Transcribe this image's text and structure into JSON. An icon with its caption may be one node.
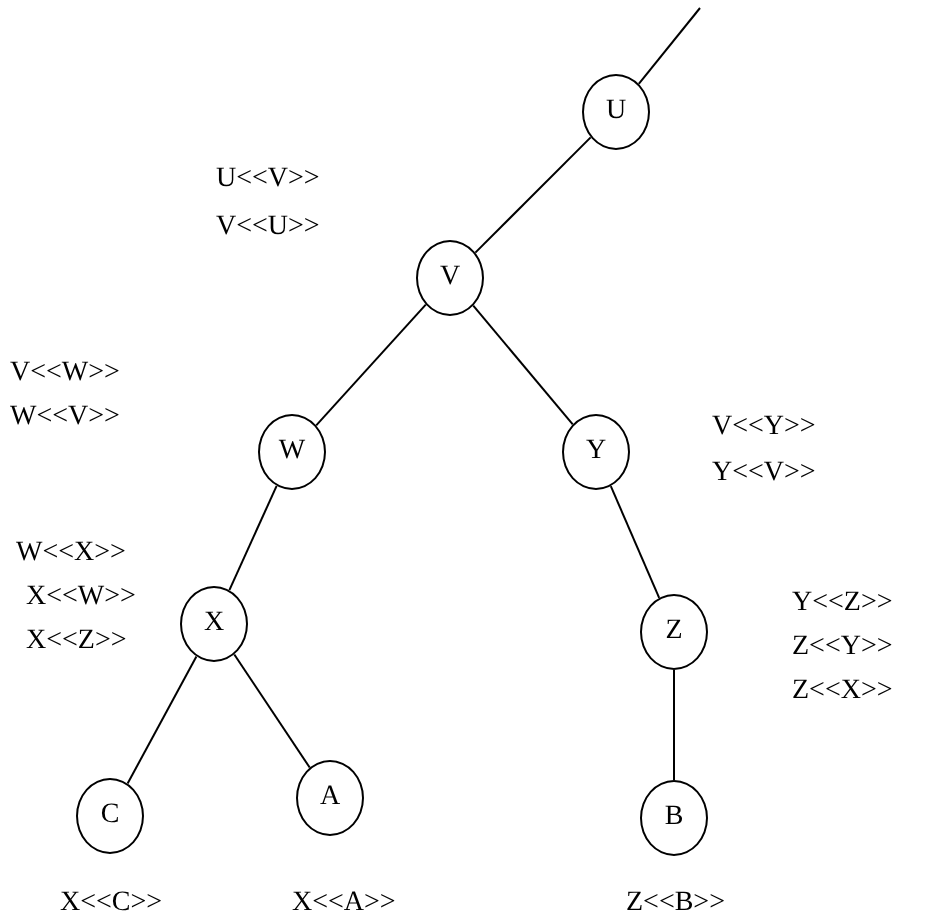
{
  "diagram": {
    "nodes": [
      {
        "text": [
          "U"
        ]
      },
      {
        "text": [
          "V"
        ]
      },
      {
        "text": [
          "W"
        ]
      },
      {
        "text": [
          "Y"
        ]
      },
      {
        "text": [
          "X"
        ]
      },
      {
        "text": [
          "Z"
        ]
      },
      {
        "text": [
          "C"
        ]
      },
      {
        "text": [
          "A"
        ]
      },
      {
        "text": [
          "B"
        ]
      }
    ],
    "edges": [
      {
        "from": null,
        "to": 0,
        "arrow": "none"
      },
      {
        "from": 0,
        "to": 1,
        "arrow": "none"
      },
      {
        "from": 1,
        "to": 2,
        "arrow": "none"
      },
      {
        "from": 1,
        "to": 3,
        "arrow": "none"
      },
      {
        "from": 2,
        "to": 4,
        "arrow": "none"
      },
      {
        "from": 3,
        "to": 5,
        "arrow": "none"
      },
      {
        "from": 4,
        "to": 6,
        "arrow": "none"
      },
      {
        "from": 4,
        "to": 7,
        "arrow": "none"
      },
      {
        "from": 5,
        "to": 8,
        "arrow": "none"
      }
    ],
    "labels": [
      "U<<V>>",
      "V<<U>>",
      "V<<W>>",
      "W<<V>>",
      "V<<Y>>",
      "Y<<V>>",
      "W<<X>>",
      "X<<W>>",
      "X<<Z>>",
      "Y<<Z>>",
      "Z<<Y>>",
      "Z<<X>>",
      "X<<C>>",
      "X<<A>>",
      "Z<<B>>"
    ]
  }
}
